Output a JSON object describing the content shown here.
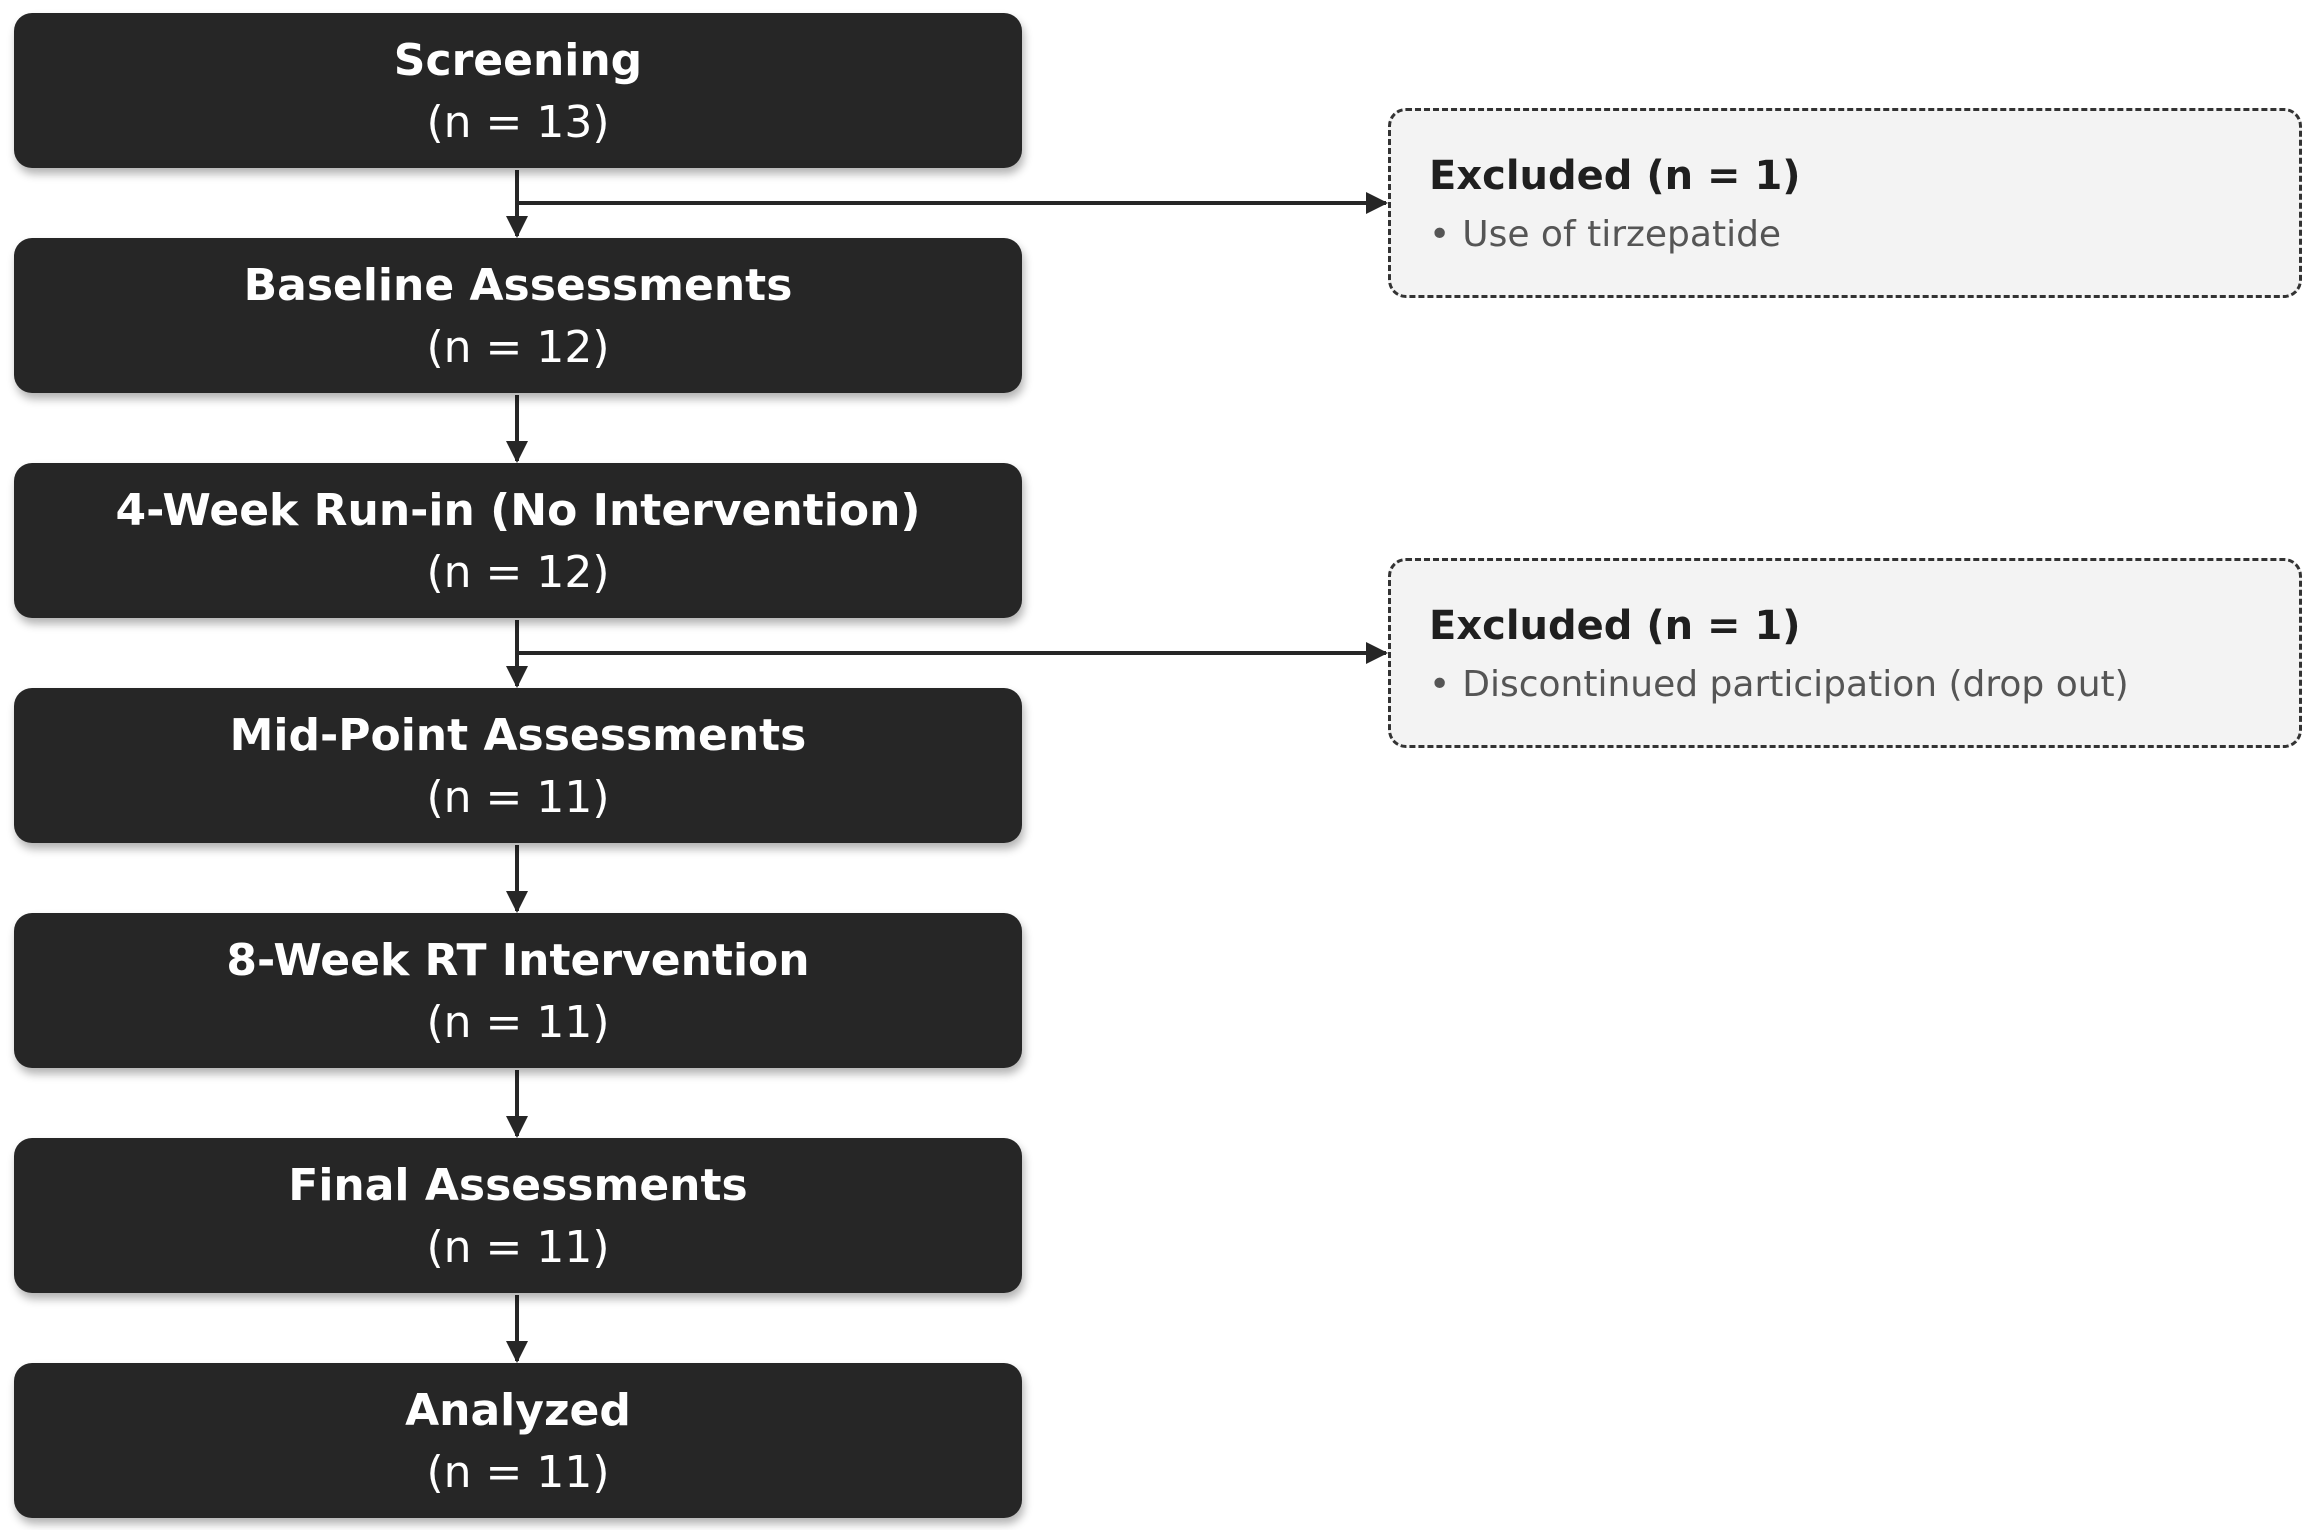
{
  "stages": [
    {
      "title": "Screening",
      "count": "(n = 13)"
    },
    {
      "title": "Baseline Assessments",
      "count": "(n = 12)"
    },
    {
      "title": "4-Week Run-in (No Intervention)",
      "count": "(n = 12)"
    },
    {
      "title": "Mid-Point Assessments",
      "count": "(n = 11)"
    },
    {
      "title": "8-Week RT Intervention",
      "count": "(n = 11)"
    },
    {
      "title": "Final Assessments",
      "count": "(n = 11)"
    },
    {
      "title": "Analyzed",
      "count": "(n = 11)"
    }
  ],
  "exclusions": [
    {
      "title": "Excluded (n = 1)",
      "bullet": "•",
      "reason": "Use of tirzepatide"
    },
    {
      "title": "Excluded (n = 1)",
      "bullet": "•",
      "reason": "Discontinued participation (drop out)"
    }
  ],
  "colors": {
    "stage_fill": "#262626",
    "stage_text": "#ffffff",
    "excluded_fill": "#f3f3f3",
    "connector": "#262626"
  }
}
